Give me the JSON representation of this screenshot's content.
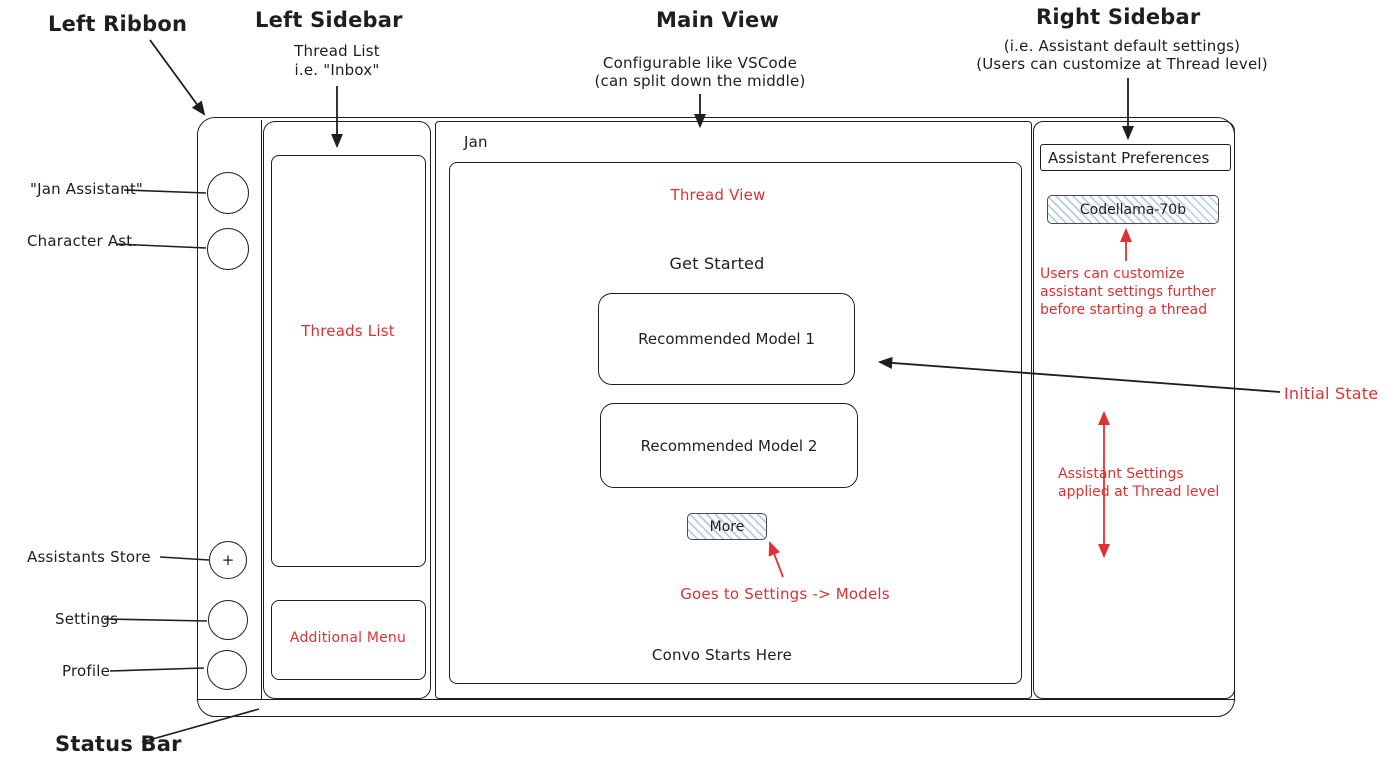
{
  "colors": {
    "stroke": "#1e1e1e",
    "red": "#e03131",
    "hatch_blue": "#78a5d2"
  },
  "annotations": {
    "left_ribbon": "Left Ribbon",
    "left_sidebar": "Left Sidebar",
    "thread_list_note_line1": "Thread List",
    "thread_list_note_line2": "i.e. \"Inbox\"",
    "main_view": "Main View",
    "main_view_note_line1": "Configurable like VSCode",
    "main_view_note_line2": "(can split down the middle)",
    "right_sidebar": "Right Sidebar",
    "right_sidebar_note_line1": "(i.e. Assistant default settings)",
    "right_sidebar_note_line2": "(Users can customize at Thread level)",
    "jan_assistant": "\"Jan Assistant\"",
    "character_ast": "Character Ast.",
    "assistants_store": "Assistants Store",
    "settings": "Settings",
    "profile": "Profile",
    "status_bar": "Status Bar",
    "initial_state": "Initial State",
    "customize_note": "Users can customize assistant settings further before starting a thread",
    "thread_level_note": "Assistant Settings applied at Thread level",
    "goes_to_settings": "Goes to Settings -> Models"
  },
  "window": {
    "main_title": "Jan",
    "ribbon": {
      "plus": "+"
    },
    "left_sidebar": {
      "threads_list": "Threads List",
      "additional_menu": "Additional Menu"
    },
    "main": {
      "thread_view": "Thread View",
      "get_started": "Get Started",
      "recommended_model_1": "Recommended Model 1",
      "recommended_model_2": "Recommended Model 2",
      "more": "More",
      "convo_starts_here": "Convo Starts Here"
    },
    "right_sidebar": {
      "header": "Assistant Preferences",
      "model": "Codellama-70b"
    }
  }
}
